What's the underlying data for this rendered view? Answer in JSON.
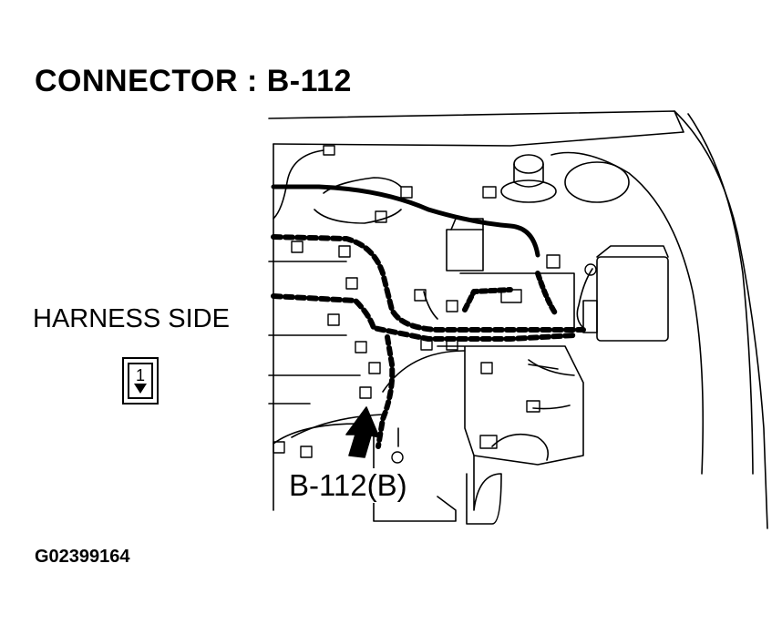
{
  "title": "CONNECTOR : B-112",
  "harness_side_label": "HARNESS SIDE",
  "pin_number": "1",
  "connector_callout": "B-112(B)",
  "figure_id": "G02399164",
  "colors": {
    "line": "#000000",
    "background": "#ffffff"
  }
}
